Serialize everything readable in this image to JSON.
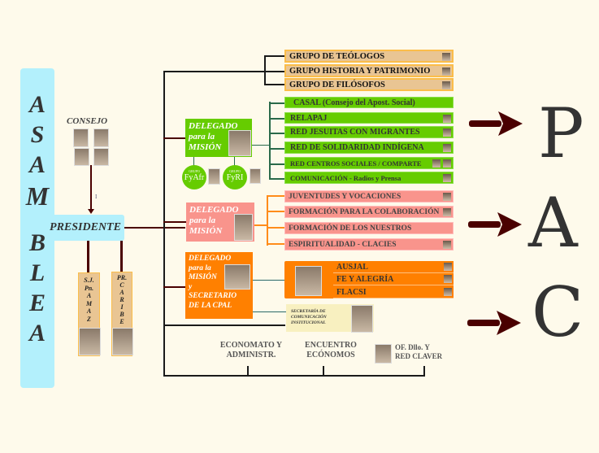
{
  "asamblea": {
    "letters": [
      "A",
      "S",
      "A",
      "M",
      "B",
      "L",
      "E",
      "A"
    ]
  },
  "consejo": {
    "label": "CONSEJO"
  },
  "presidente": {
    "label": "PRESIDENTE"
  },
  "cursor_mark": "I",
  "regions": [
    {
      "lines": [
        "S.J.",
        "Pn.",
        "A",
        "M",
        "A",
        "Z"
      ]
    },
    {
      "lines": [
        "PR.",
        "C",
        "A",
        "R",
        "I",
        "B",
        "E"
      ]
    }
  ],
  "groups": [
    "GRUPO DE TEÓLOGOS",
    "GRUPO HISTORIA Y PATRIMONIO",
    "GRUPO DE FILÓSOFOS"
  ],
  "delegado1": {
    "lines": [
      "DELEGADO",
      "para la",
      "MISIÓN"
    ],
    "color": "#66cc00",
    "circles": [
      {
        "small": "GRUPO",
        "label": "FyAfr"
      },
      {
        "small": "GRUPO",
        "label": "FyRI"
      }
    ],
    "items": [
      "CASAL (Consejo del Apost. Social)",
      "RELAPAJ",
      "RED JESUITAS CON MIGRANTES",
      "RED DE SOLIDARIDAD INDÍGENA",
      "RED CENTROS SOCIALES / COMPARTE",
      "COMUNICACIÓN -  Radios y Prensa"
    ]
  },
  "delegado2": {
    "lines": [
      "DELEGADO",
      "para la",
      "MISIÓN"
    ],
    "color": "#f9948c",
    "items": [
      "JUVENTUDES Y VOCACIONES",
      "FORMACIÓN PARA LA COLABORACIÓN",
      "FORMACIÓN DE LOS NUESTROS",
      "ESPIRITUALIDAD - CLACIES"
    ]
  },
  "delegado3": {
    "lines": [
      "DELEGADO",
      "para la",
      "MISIÓN",
      "y",
      "SECRETARIO",
      "DE LA CPAL"
    ],
    "color": "#ff8000",
    "items": [
      "AUSJAL",
      "FE Y ALEGRÍA",
      "FLACSI"
    ]
  },
  "secretaria": {
    "lines": [
      "SECRETARÍA DE",
      "COMUNICACIÓN",
      "INSTITUCIONAL"
    ]
  },
  "bottom": [
    {
      "lines": [
        "ECONOMATO Y",
        "ADMINISTR."
      ]
    },
    {
      "lines": [
        "ENCUENTRO",
        "ECÓNOMOS"
      ]
    },
    {
      "lines": [
        "OF. Dllo. Y",
        "RED CLAVER"
      ]
    }
  ],
  "pac": [
    "P",
    "A",
    "C"
  ],
  "colors": {
    "arrow": "#4a0000",
    "asamblea": "#b3f0fc",
    "line": "#1a1a1a"
  }
}
